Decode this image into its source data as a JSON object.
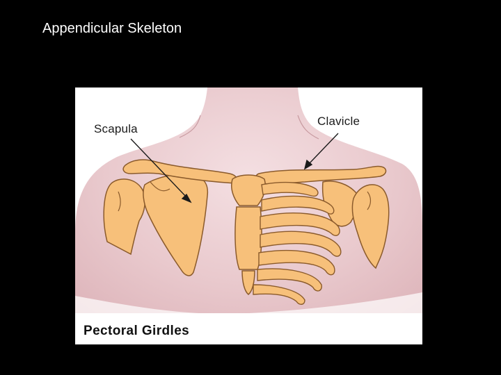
{
  "slide": {
    "title": "Appendicular Skeleton"
  },
  "figure": {
    "labels": {
      "scapula": "Scapula",
      "clavicle": "Clavicle"
    },
    "caption": "Pectoral Girdles"
  },
  "colors": {
    "background": "#000000",
    "title_text": "#ffffff",
    "bone": "#f7c07a",
    "bone_outline": "#8a5a2b",
    "skin": "#e7c4c8"
  }
}
